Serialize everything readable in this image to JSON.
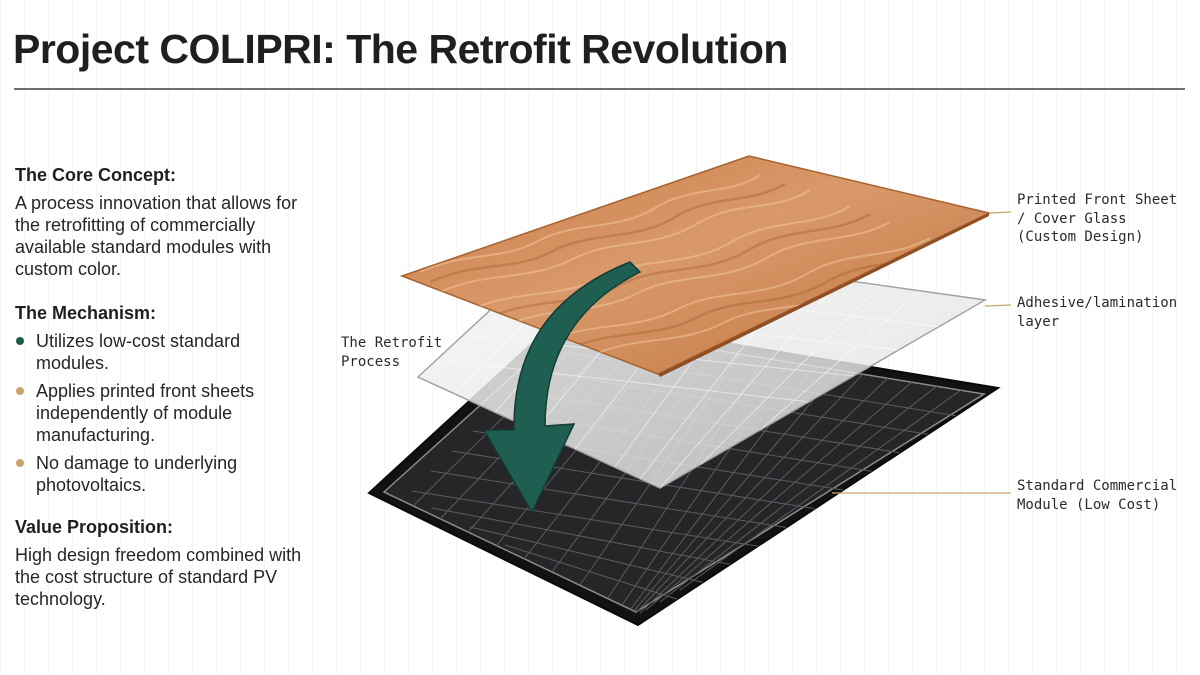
{
  "title": "Project COLIPRI: The Retrofit Revolution",
  "left": {
    "core_heading": "The Core Concept:",
    "core_text": "A process innovation that allows for the retrofitting of commercially available standard modules with custom color.",
    "mechanism_heading": "The Mechanism:",
    "mechanism_items": [
      {
        "text": "Utilizes low-cost standard modules.",
        "color": "#1f5a4a"
      },
      {
        "text": "Applies printed front sheets independently of module manufacturing.",
        "color": "#c9a46a"
      },
      {
        "text": "No damage to underlying photovoltaics.",
        "color": "#c9a46a"
      }
    ],
    "value_heading": "Value Proposition:",
    "value_text": "High design freedom combined with the cost structure of standard PV technology."
  },
  "diagram": {
    "process_label": "The Retrofit\nProcess",
    "labels": {
      "front_sheet": "Printed Front Sheet\n/ Cover Glass\n(Custom Design)",
      "adhesive": "Adhesive/lamination\nlayer",
      "module": "Standard Commercial\nModule (Low Cost)"
    },
    "colors": {
      "arrow": "#1f5f52",
      "sand": "#cf8a55",
      "module": "#1c1c1e",
      "leader": "#c9a46a"
    }
  }
}
